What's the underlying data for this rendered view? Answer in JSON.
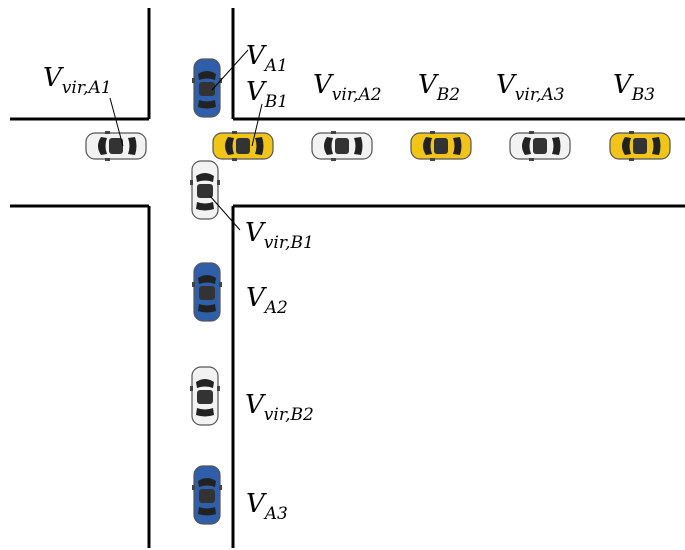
{
  "colors": {
    "vehicle_a": "#2f5fa8",
    "vehicle_b": "#f0c419",
    "virtual": "#f2f2f2",
    "road": "#000000"
  },
  "labels": {
    "v_a1": {
      "main": "V",
      "sub": "A1"
    },
    "v_b1": {
      "main": "V",
      "sub": "B1"
    },
    "v_vir_a1": {
      "main": "V",
      "sub": "vir,A1"
    },
    "v_vir_a2": {
      "main": "V",
      "sub": "vir,A2"
    },
    "v_b2": {
      "main": "V",
      "sub": "B2"
    },
    "v_vir_a3": {
      "main": "V",
      "sub": "vir,A3"
    },
    "v_b3": {
      "main": "V",
      "sub": "B3"
    },
    "v_vir_b1": {
      "main": "V",
      "sub": "vir,B1"
    },
    "v_a2": {
      "main": "V",
      "sub": "A2"
    },
    "v_vir_b2": {
      "main": "V",
      "sub": "vir,B2"
    },
    "v_a3": {
      "main": "V",
      "sub": "A3"
    }
  }
}
